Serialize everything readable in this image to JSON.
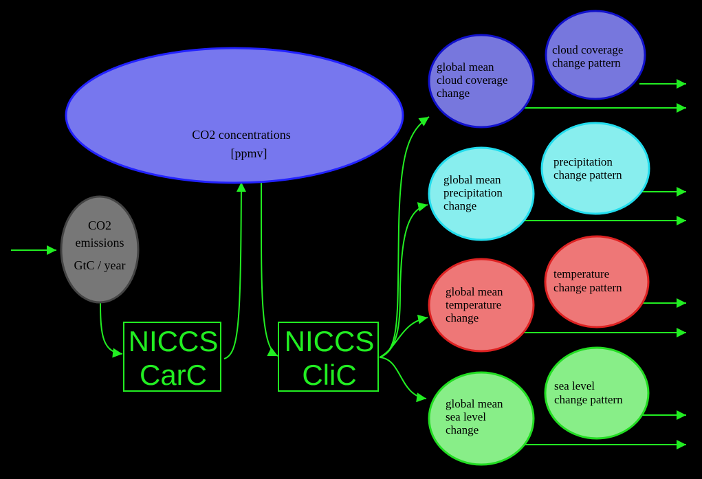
{
  "colors": {
    "background": "#000000",
    "arrow": "#22ee22",
    "co2_concentration_fill": "#7777ee",
    "co2_concentration_stroke": "#2222ff",
    "emissions_fill": "#777777",
    "emissions_stroke": "#444444",
    "cloud_fill": "#7777dd",
    "cloud_stroke": "#1111cc",
    "precipitation_fill": "#88eeee",
    "precipitation_stroke": "#22ddee",
    "temperature_fill": "#ee7777",
    "temperature_stroke": "#dd2222",
    "sealevel_fill": "#88ee88",
    "sealevel_stroke": "#22dd22",
    "box_stroke": "#22ee22"
  },
  "nodes": {
    "co2_concentrations": {
      "line1": "CO2 concentrations",
      "line2": "[ppmv]"
    },
    "co2_emissions": {
      "line1": "CO2",
      "line2": "emissions",
      "line3": "GtC / year"
    },
    "carc": {
      "line1": "NICCS",
      "line2": "CarC"
    },
    "clic": {
      "line1": "NICCS",
      "line2": "CliC"
    },
    "cloud_global": {
      "line1": "global mean",
      "line2": "cloud coverage",
      "line3": "change"
    },
    "cloud_pattern": {
      "line1": "cloud coverage",
      "line2": "change pattern"
    },
    "precip_global": {
      "line1": "global mean",
      "line2": "precipitation",
      "line3": "change"
    },
    "precip_pattern": {
      "line1": "precipitation",
      "line2": "change pattern"
    },
    "temp_global": {
      "line1": "global mean",
      "line2": "temperature",
      "line3": "change"
    },
    "temp_pattern": {
      "line1": "temperature",
      "line2": "change pattern"
    },
    "sea_global": {
      "line1": "global mean",
      "line2": "sea level",
      "line3": "change"
    },
    "sea_pattern": {
      "line1": "sea level",
      "line2": "change pattern"
    }
  }
}
